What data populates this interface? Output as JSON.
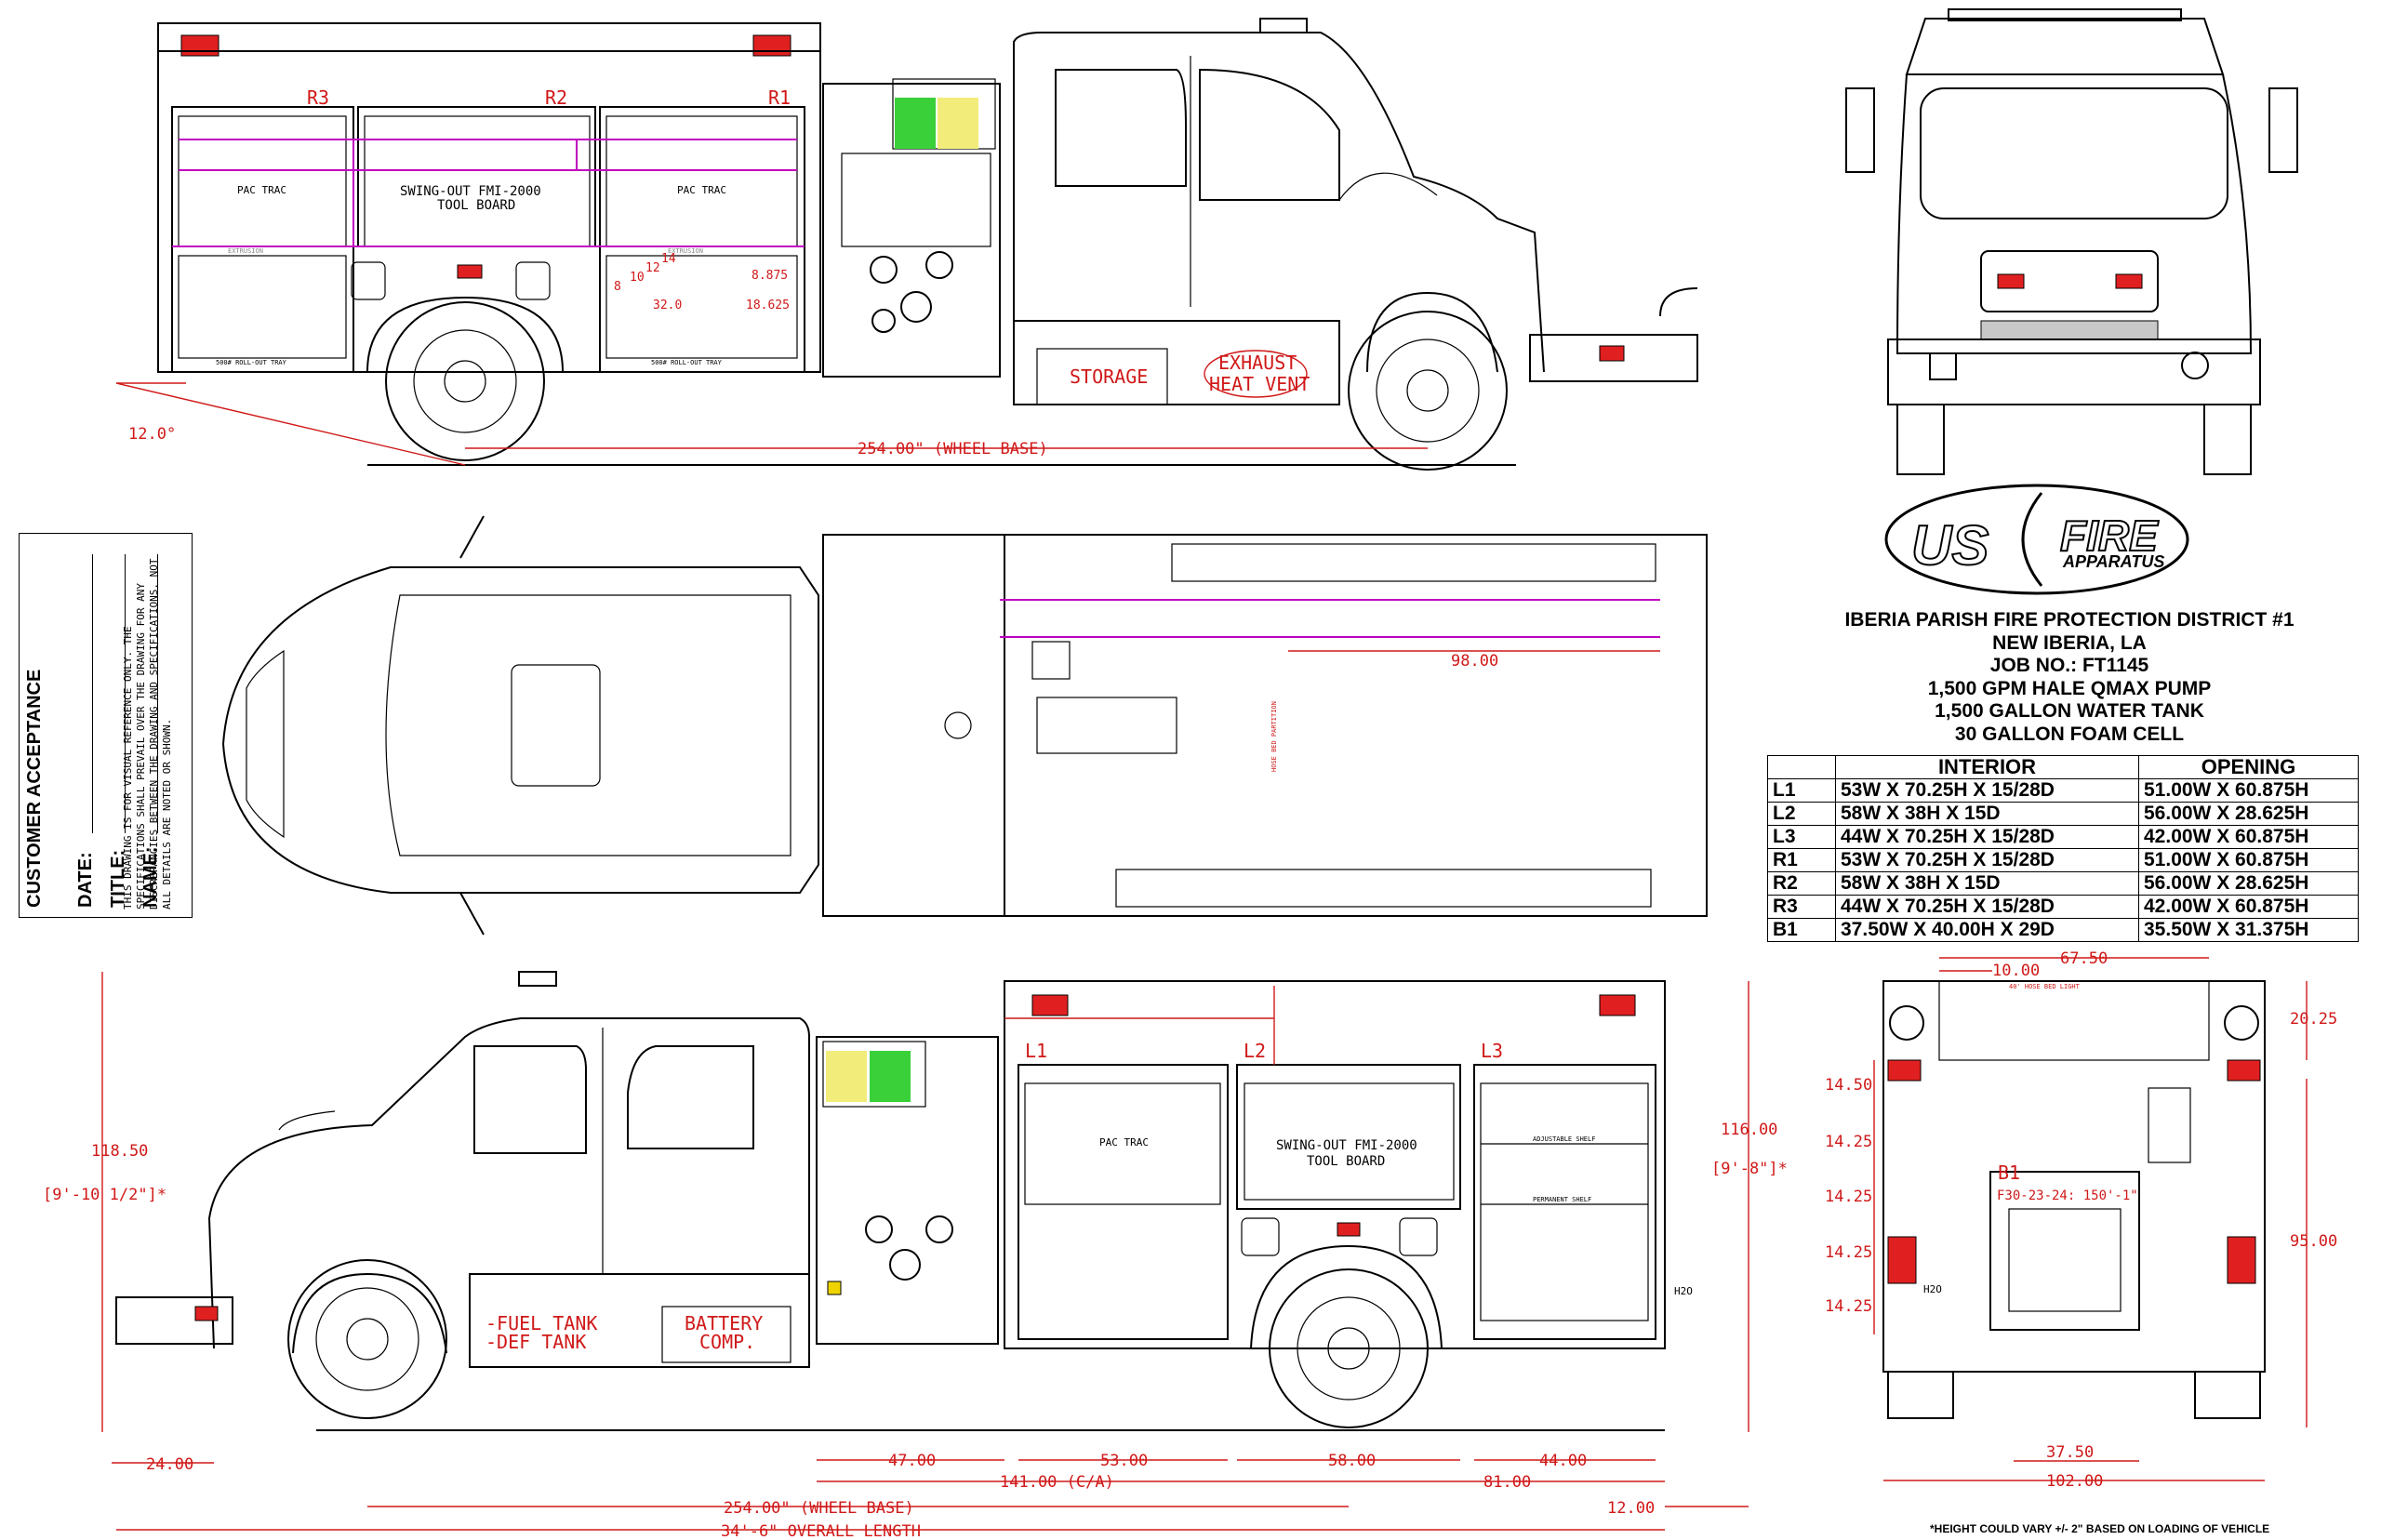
{
  "side_view_top": {
    "compartment_labels": [
      "R3",
      "R2",
      "R1"
    ],
    "panel_text": [
      "PAC TRAC",
      "SWING-OUT FMI-2000",
      "TOOL BOARD",
      "PAC TRAC"
    ],
    "extrusion_label": "EXTRUSION",
    "rollout_label": "500# ROLL-OUT TRAY",
    "storage_label": "STORAGE",
    "exhaust_label_1": "EXHAUST",
    "exhaust_label_2": "HEAT VENT",
    "angle_label": "12.0°",
    "wheelbase_label": "254.00\" (WHEEL BASE)",
    "r1_dims": [
      "32.0",
      "18.625",
      "8.875"
    ],
    "step_dims": [
      "8",
      "10",
      "12",
      "14"
    ]
  },
  "top_view": {
    "dim_98": "98.00",
    "partition_label": "HOSE BED PARTITION"
  },
  "customer_acceptance": {
    "title": "CUSTOMER ACCEPTANCE",
    "fields": [
      "NAME:",
      "TITLE:",
      "DATE:"
    ],
    "note": "THIS DRAWING IS FOR VISUAL REFERENCE ONLY. THE SPECIFICATIONS SHALL PREVAIL OVER THE DRAWING FOR ANY DISCREPANCIES BETWEEN THE DRAWING AND SPECIFICATIONS. NOT ALL DETAILS ARE NOTED OR SHOWN."
  },
  "logo": {
    "left": "US",
    "right": "FIRE",
    "sub": "APPARATUS"
  },
  "project": {
    "lines": [
      "IBERIA PARISH FIRE PROTECTION DISTRICT #1",
      "NEW IBERIA, LA",
      "JOB NO.: FT1145",
      "1,500 GPM HALE QMAX PUMP",
      "1,500 GALLON WATER TANK",
      "30 GALLON FOAM CELL"
    ]
  },
  "compartment_table": {
    "headers": [
      "",
      "INTERIOR",
      "OPENING"
    ],
    "rows": [
      [
        "L1",
        "53W X 70.25H X 15/28D",
        "51.00W X 60.875H"
      ],
      [
        "L2",
        "58W X 38H X 15D",
        "56.00W X 28.625H"
      ],
      [
        "L3",
        "44W X 70.25H X 15/28D",
        "42.00W X 60.875H"
      ],
      [
        "R1",
        "53W X 70.25H X 15/28D",
        "51.00W X 60.875H"
      ],
      [
        "R2",
        "58W X 38H X 15D",
        "56.00W X 28.625H"
      ],
      [
        "R3",
        "44W X 70.25H X 15/28D",
        "42.00W X 60.875H"
      ],
      [
        "B1",
        "37.50W X 40.00H X 29D",
        "35.50W X 31.375H"
      ]
    ]
  },
  "side_view_bottom": {
    "compartment_labels": [
      "L1",
      "L2",
      "L3"
    ],
    "panel_text": [
      "PAC TRAC",
      "SWING-OUT FMI-2000",
      "TOOL BOARD"
    ],
    "shelf_labels": [
      "ADJUSTABLE SHELF",
      "PERMANENT SHELF"
    ],
    "fuel_tank": "-FUEL TANK",
    "def_tank": "-DEF TANK",
    "battery_1": "BATTERY",
    "battery_2": "COMP.",
    "h2o": "H2O",
    "height_total": "118.50",
    "height_total_ft": "[9'-10 1/2\"]*",
    "height_body": "116.00",
    "height_body_ft": "[9'-8\"]*",
    "dims_bottom": [
      "24.00",
      "47.00",
      "53.00",
      "58.00",
      "44.00"
    ],
    "ca_label": "141.00 (C/A)",
    "rear_overhang": "81.00",
    "wheelbase_label": "254.00\" (WHEEL BASE)",
    "overall_length": "34'-6\" OVERALL LENGTH",
    "bumper_dim": "12.00"
  },
  "rear_view": {
    "width_top": "67.50",
    "dim_10": "10.00",
    "dim_20_25": "20.25",
    "shelf_heights": [
      "14.50",
      "14.25",
      "14.25",
      "14.25",
      "14.25"
    ],
    "b1_label": "B1",
    "reel_label": "F30-23-24: 150'-1\"",
    "height_95": "95.00",
    "width_37_50": "37.50",
    "width_102": "102.00",
    "hose_light": "40' HOSE BED LIGHT",
    "h2o": "H2O"
  },
  "footnote": "*HEIGHT COULD VARY +/- 2\" BASED ON LOADING OF VEHICLE"
}
